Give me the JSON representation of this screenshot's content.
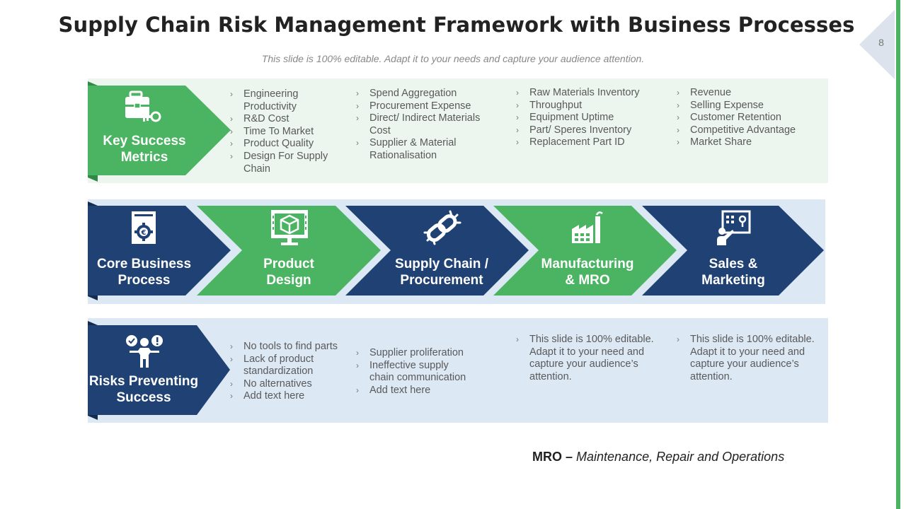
{
  "title": "Supply Chain Risk Management Framework with Business Processes",
  "subtitle": "This slide is 100% editable.  Adapt it to your needs and capture your audience attention.",
  "page_number": "8",
  "colors": {
    "green": "#4bb462",
    "navy": "#1f4173",
    "light_green": "#edf6ee",
    "light_blue": "#dde8f5"
  },
  "key_metrics": {
    "label_line1": "Key Success",
    "label_line2": "Metrics",
    "icon": "briefcase-key-icon",
    "columns": [
      [
        "Engineering Productivity",
        "R&D Cost",
        "Time To Market",
        "Product Quality",
        "Design For Supply Chain"
      ],
      [
        "Spend Aggregation",
        "Procurement Expense",
        "Direct/ Indirect Materials Cost",
        "Supplier & Material Rationalisation"
      ],
      [
        "Raw Materials Inventory",
        "Throughput",
        "Equipment Uptime",
        "Part/ Speres Inventory",
        "Replacement Part ID"
      ],
      [
        "Revenue",
        "Selling Expense",
        "Customer Retention",
        "Competitive Advantage",
        "Market Share"
      ]
    ]
  },
  "processes": [
    {
      "line1": "Core Business",
      "line2": "Process",
      "icon": "gear-document-icon"
    },
    {
      "line1": "Product",
      "line2": "Design",
      "icon": "cube-monitor-icon"
    },
    {
      "line1": "Supply Chain /",
      "line2": "Procurement",
      "icon": "chain-link-icon"
    },
    {
      "line1": "Manufacturing",
      "line2": "& MRO",
      "icon": "factory-icon"
    },
    {
      "line1": "Sales &",
      "line2": "Marketing",
      "icon": "presentation-board-icon"
    }
  ],
  "risks": {
    "label_line1": "Risks Preventing",
    "label_line2": "Success",
    "icon": "people-alert-icon",
    "columns": [
      [
        "No tools to find parts",
        "Lack of product standardization",
        "No alternatives",
        "Add text here"
      ],
      [
        "Supplier proliferation",
        "Ineffective supply chain communication",
        "Add text here"
      ],
      [
        "This slide is 100% editable. Adapt it to your need and capture your audience’s attention."
      ],
      [
        "This slide is 100% editable. Adapt it to your need and capture your audience’s attention."
      ]
    ]
  },
  "footnote": {
    "abbr": "MRO",
    "dash": " – ",
    "meaning": "Maintenance, Repair and Operations"
  }
}
